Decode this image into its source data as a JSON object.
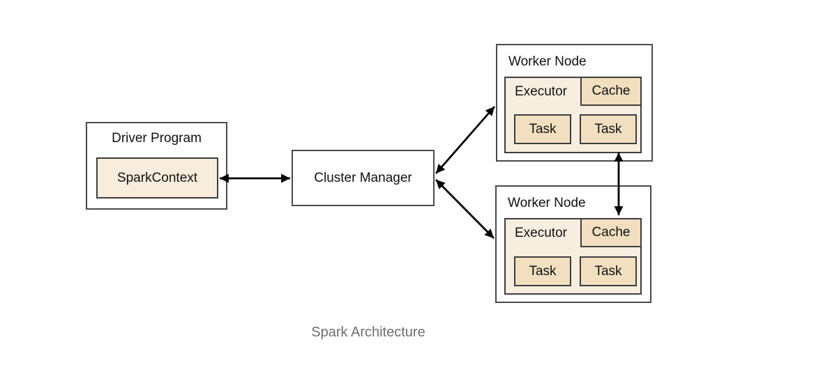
{
  "caption": "Spark Architecture",
  "diagram": {
    "driver_program": {
      "title": "Driver Program",
      "spark_context": "SparkContext"
    },
    "cluster_manager": {
      "label": "Cluster Manager"
    },
    "workers": [
      {
        "title": "Worker Node",
        "executor": "Executor",
        "cache": "Cache",
        "tasks": [
          "Task",
          "Task"
        ]
      },
      {
        "title": "Worker Node",
        "executor": "Executor",
        "cache": "Cache",
        "tasks": [
          "Task",
          "Task"
        ]
      }
    ],
    "connections": [
      {
        "from": "SparkContext",
        "to": "Cluster Manager",
        "bidirectional": true
      },
      {
        "from": "Cluster Manager",
        "to": "Worker Node (top)",
        "bidirectional": true
      },
      {
        "from": "Cluster Manager",
        "to": "Worker Node (bottom)",
        "bidirectional": true
      },
      {
        "from": "Worker Node (top)",
        "to": "Worker Node (bottom)",
        "bidirectional": true
      }
    ],
    "colors": {
      "box_fill": "#ffffff",
      "box_border": "#4a4a4a",
      "inner_border": "#3d3d3d",
      "executor_fill": "#f8eee0",
      "cache_task_fill": "#f1dfc0",
      "arrow": "#000000",
      "label_text": "#111111",
      "caption_text": "#6e6e6e"
    }
  }
}
